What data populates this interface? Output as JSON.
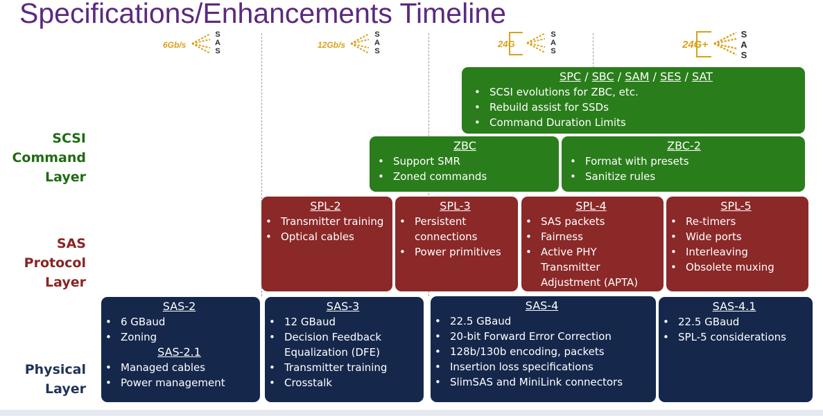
{
  "title": "Specifications/Enhancements Timeline",
  "logos": [
    {
      "speed": "6Gb/s",
      "sas": "SAS"
    },
    {
      "speed": "12Gb/s",
      "sas": "SAS"
    },
    {
      "speed": "24G",
      "sas": "SAS"
    },
    {
      "speed": "24G+",
      "sas": "SAS"
    }
  ],
  "layers": {
    "scsi": [
      "SCSI",
      "Command",
      "Layer"
    ],
    "sas_protocol": [
      "SAS",
      "Protocol",
      "Layer"
    ],
    "physical": [
      "Physical",
      "Layer"
    ]
  },
  "scsi_boxes": {
    "spc": {
      "links": [
        "SPC",
        "SBC",
        "SAM",
        "SES",
        "SAT"
      ],
      "sep": "/",
      "bullets": [
        "SCSI evolutions for ZBC, etc.",
        "Rebuild assist for SSDs",
        "Command Duration Limits"
      ]
    },
    "zbc": {
      "title": "ZBC",
      "bullets": [
        "Support SMR",
        "Zoned commands"
      ]
    },
    "zbc2": {
      "title": "ZBC-2",
      "bullets": [
        "Format with presets",
        "Sanitize rules"
      ]
    }
  },
  "spl_boxes": [
    {
      "title": "SPL-2",
      "bullets": [
        "Transmitter training",
        "Optical cables"
      ]
    },
    {
      "title": "SPL-3",
      "bullets": [
        "Persistent connections",
        "Power primitives"
      ]
    },
    {
      "title": "SPL-4",
      "bullets": [
        "SAS packets",
        "Fairness",
        "Active PHY Transmitter Adjustment (APTA)"
      ]
    },
    {
      "title": "SPL-5",
      "bullets": [
        "Re-timers",
        "Wide ports",
        "Interleaving",
        "Obsolete muxing"
      ]
    }
  ],
  "sas_boxes": {
    "sas2": {
      "title": "SAS-2",
      "bullets": [
        "6 GBaud",
        "Zoning"
      ],
      "sub_title": "SAS-2.1",
      "sub_bullets": [
        "Managed cables",
        "Power management"
      ]
    },
    "sas3": {
      "title": "SAS-3",
      "bullets": [
        "12 GBaud",
        "Decision Feedback Equalization (DFE)",
        "Transmitter training",
        "Crosstalk"
      ]
    },
    "sas4": {
      "title": "SAS-4",
      "bullets": [
        "22.5 GBaud",
        "20-bit Forward Error Correction",
        "128b/130b encoding, packets",
        "Insertion loss specifications",
        "SlimSAS and MiniLink connectors"
      ]
    },
    "sas41": {
      "title": "SAS-4.1",
      "bullets": [
        "22.5 GBaud",
        "SPL-5 considerations"
      ]
    }
  },
  "colors": {
    "title": "#5b2a7e",
    "scsi_green": "#2a7d1b",
    "sas_red": "#8b2828",
    "physical_blue": "#15284b",
    "logo_gold": "#d9a11a"
  }
}
